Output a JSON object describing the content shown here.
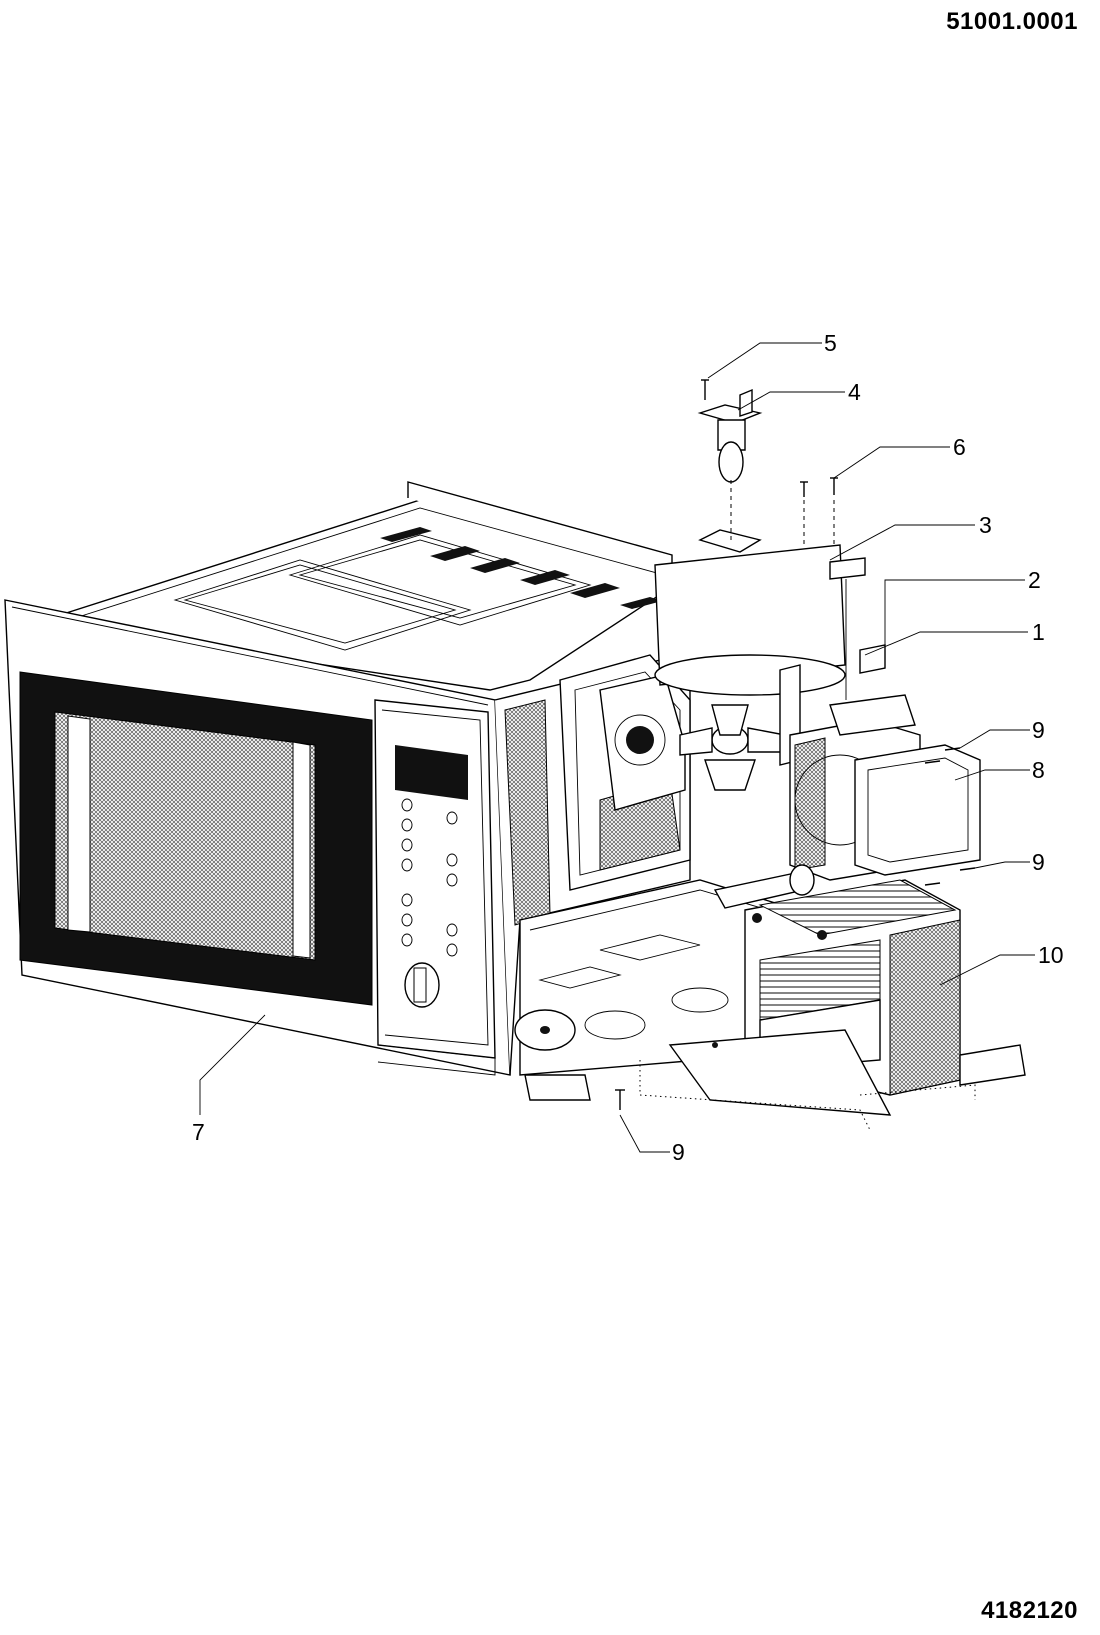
{
  "document": {
    "code_top": "51001.0001",
    "code_bottom": "4182120"
  },
  "callouts": [
    {
      "id": "c5",
      "label": "5"
    },
    {
      "id": "c4",
      "label": "4"
    },
    {
      "id": "c6",
      "label": "6"
    },
    {
      "id": "c3",
      "label": "3"
    },
    {
      "id": "c2",
      "label": "2"
    },
    {
      "id": "c1",
      "label": "1"
    },
    {
      "id": "c9a",
      "label": "9"
    },
    {
      "id": "c8",
      "label": "8"
    },
    {
      "id": "c9b",
      "label": "9"
    },
    {
      "id": "c10",
      "label": "10"
    },
    {
      "id": "c7",
      "label": "7"
    },
    {
      "id": "c9c",
      "label": "9"
    }
  ]
}
